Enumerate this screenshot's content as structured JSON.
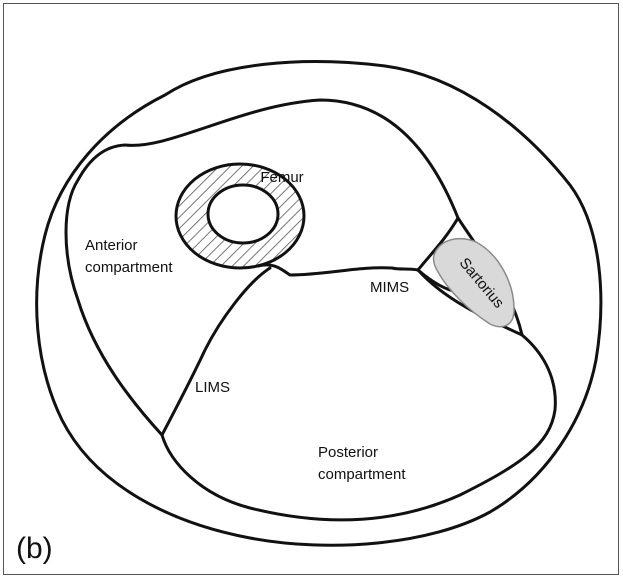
{
  "panel_label": "(b)",
  "labels": {
    "femur": "Femur",
    "anterior_line1": "Anterior",
    "anterior_line2": "compartment",
    "mims": "MIMS",
    "sartorius": "Sartorius",
    "lims": "LIMS",
    "posterior_line1": "Posterior",
    "posterior_line2": "compartment"
  },
  "colors": {
    "outline": "#111111",
    "sartorius_fill": "#d9d9d9",
    "hatch": "#555555",
    "frame": "#555555",
    "background": "#ffffff"
  }
}
